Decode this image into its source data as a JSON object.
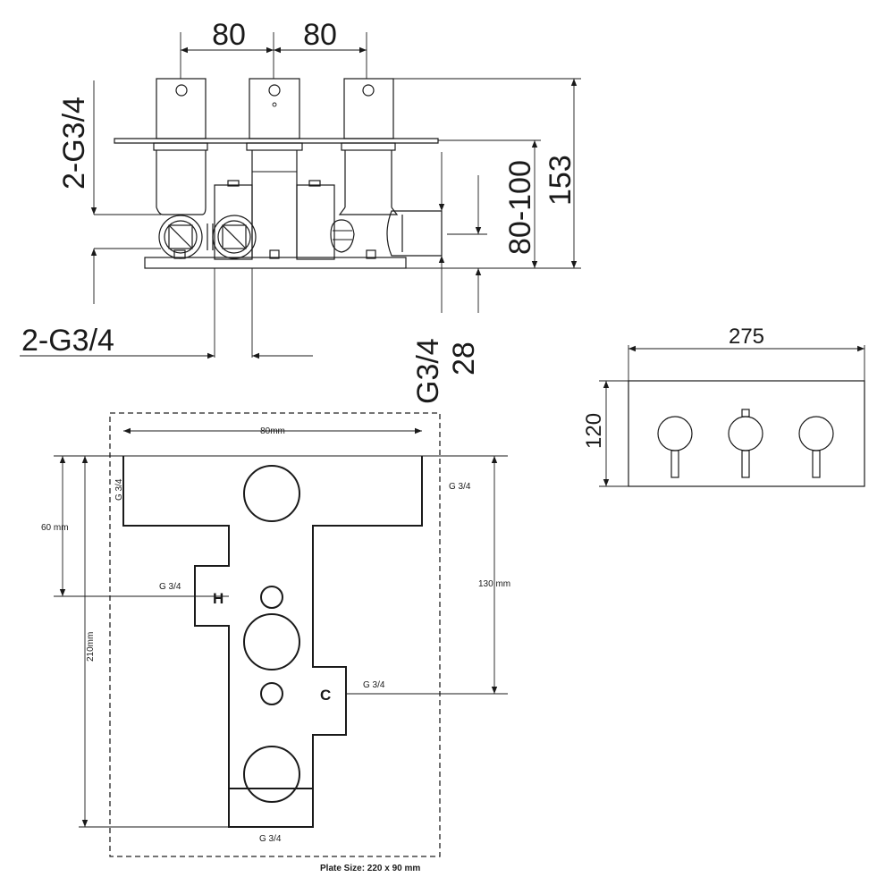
{
  "side_view": {
    "dim_left_spacing": "80",
    "dim_right_spacing": "80",
    "dim_left_inlet": "2-G3/4",
    "dim_bottom_inlet": "2-G3/4",
    "dim_outlet": "G3/4",
    "dim_depth": "28",
    "dim_range": "80-100",
    "dim_height": "153"
  },
  "front_view": {
    "dim_width": "275",
    "dim_height": "120"
  },
  "plate_view": {
    "dim_spacing": "80mm",
    "dim_60": "60 mm",
    "dim_210": "210mm",
    "dim_130": "130 mm",
    "port_top_left": "G 3/4",
    "port_top_right": "G 3/4",
    "port_hot": "G 3/4",
    "port_cold": "G 3/4",
    "port_bottom": "G 3/4",
    "label_hot": "H",
    "label_cold": "C",
    "plate_size": "Plate Size: 220 x 90 mm"
  }
}
